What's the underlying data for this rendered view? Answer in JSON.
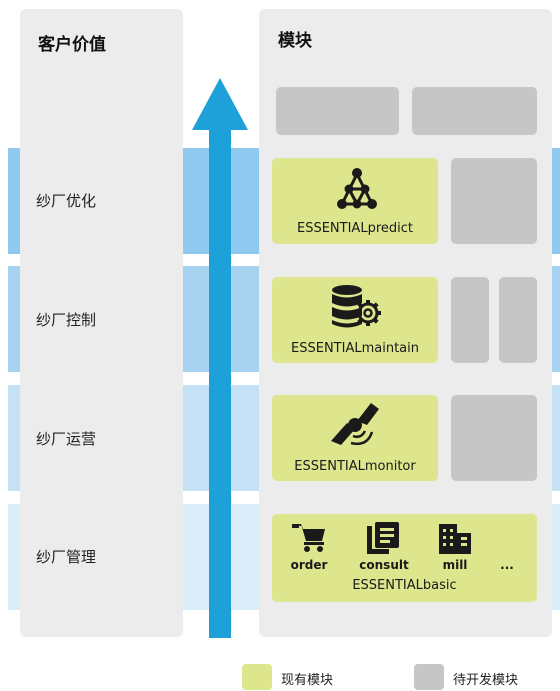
{
  "headers": {
    "customer_value": "客户价值",
    "modules": "模块"
  },
  "rows": [
    {
      "label": "纱厂优化",
      "color": "#8fc9ef"
    },
    {
      "label": "纱厂控制",
      "color": "#a7d3f1"
    },
    {
      "label": "纱厂运营",
      "color": "#c4e1f5"
    },
    {
      "label": "纱厂管理",
      "color": "#dbedf9"
    }
  ],
  "modules": {
    "predict": "ESSENTIALpredict",
    "maintain": "ESSENTIALmaintain",
    "monitor": "ESSENTIALmonitor",
    "basic": {
      "label": "ESSENTIALbasic",
      "items": [
        "order",
        "consult",
        "mill",
        "..."
      ]
    }
  },
  "legend": {
    "existing": "现有模块",
    "planned": "待开发模块"
  },
  "colors": {
    "existing": "#dde68d",
    "planned": "#c6c6c6",
    "arrow": "#1ea1d9",
    "icon": "#1a1a1a"
  }
}
